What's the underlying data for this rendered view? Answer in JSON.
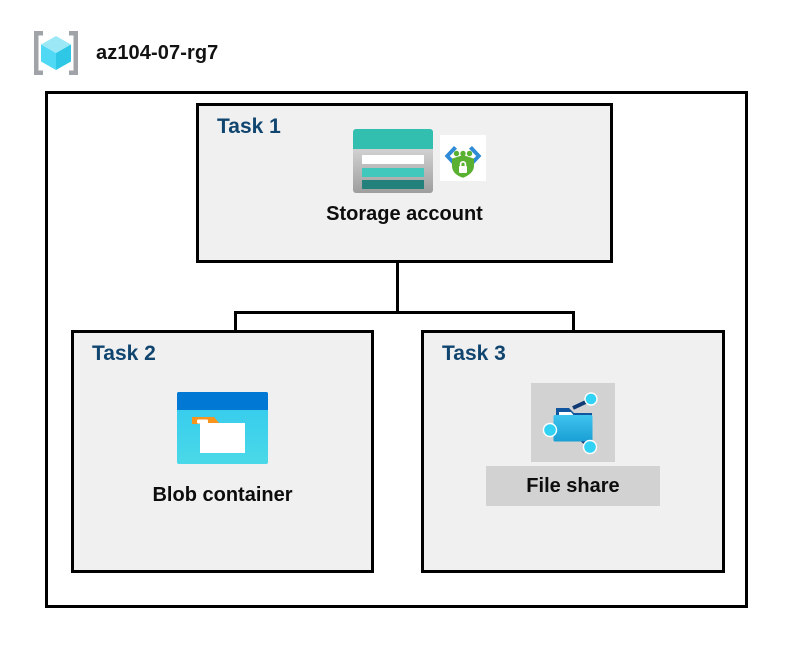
{
  "header": {
    "title": "az104-07-rg7",
    "icon": "resource-group-icon"
  },
  "diagram": {
    "type": "azure-architecture",
    "container_label": "az104-07-rg7",
    "tasks": [
      {
        "id": "task-1",
        "label": "Task 1",
        "resource_name": "Storage account",
        "icons": [
          "storage-account-icon",
          "private-endpoint-icon"
        ],
        "highlighted": false
      },
      {
        "id": "task-2",
        "label": "Task 2",
        "resource_name": "Blob container",
        "icons": [
          "blob-container-icon"
        ],
        "highlighted": false
      },
      {
        "id": "task-3",
        "label": "Task 3",
        "resource_name": "File share",
        "icons": [
          "file-share-icon"
        ],
        "highlighted": true
      }
    ],
    "connections": [
      {
        "from": "task-1",
        "to": "task-2"
      },
      {
        "from": "task-1",
        "to": "task-3"
      }
    ]
  },
  "colors": {
    "task_label": "#10456f",
    "box_fill": "#f0f0f0",
    "box_border": "#000000",
    "canvas": "#ffffff",
    "highlight": "#d2d2d2",
    "caption": "#0d0d0d",
    "azure_blue": "#0078d4",
    "storage_teal": "#32bfb0",
    "blob_cyan": "#37cdee",
    "shield_green": "#5ab031"
  }
}
